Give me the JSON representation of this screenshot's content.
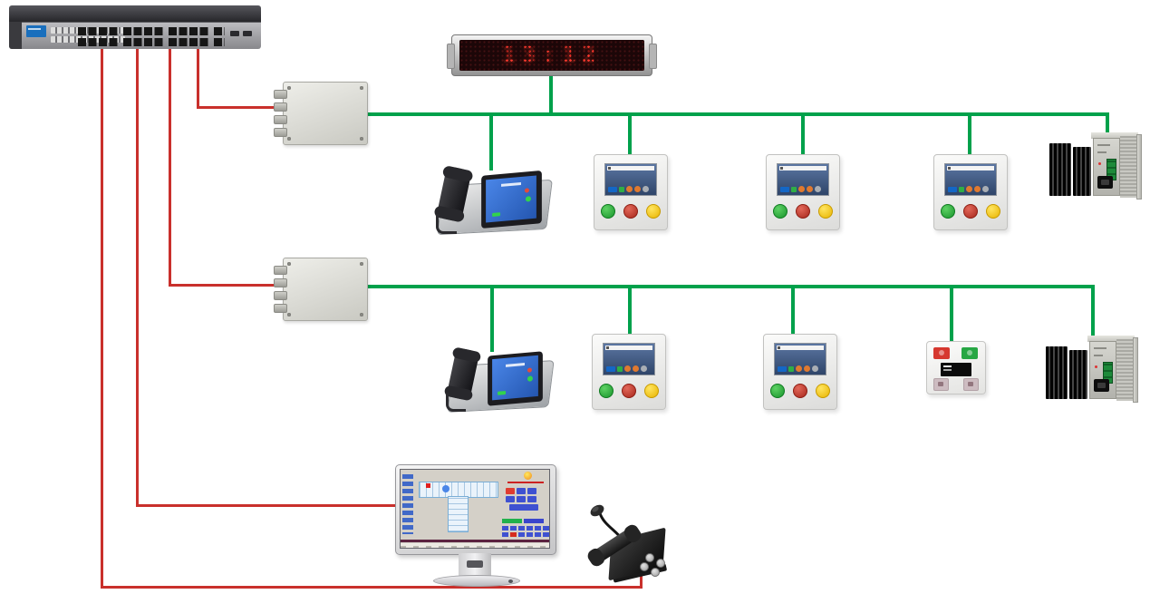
{
  "clock_display": {
    "time": "13:12"
  },
  "colors": {
    "ethernet_cable": "#c9302c",
    "system_bus": "#00a14b",
    "switch_chassis": "#55555a",
    "enclosure_gray": "#dcdcd8",
    "panel_display_blue": "#3d5680",
    "led_red": "#ff3a2e"
  },
  "devices": {
    "network_switch": {
      "type": "24-port-ethernet-switch",
      "ports_connected": 4
    },
    "led_clock": {
      "type": "dot-matrix-led-clock",
      "display": "13:12"
    },
    "interface_module_1": {
      "type": "surface-mount-interface-box",
      "cable_glands": 4
    },
    "interface_module_2": {
      "type": "surface-mount-interface-box",
      "cable_glands": 4
    },
    "intercom_phone_1": {
      "type": "touchscreen-desk-intercom"
    },
    "intercom_phone_2": {
      "type": "touchscreen-desk-intercom"
    },
    "wall_panel_1": {
      "type": "room-control-panel",
      "buttons": [
        "green",
        "red",
        "yellow"
      ]
    },
    "wall_panel_2": {
      "type": "room-control-panel",
      "buttons": [
        "green",
        "red",
        "yellow"
      ]
    },
    "wall_panel_3": {
      "type": "room-control-panel",
      "buttons": [
        "green",
        "red",
        "yellow"
      ]
    },
    "wall_panel_4": {
      "type": "room-control-panel",
      "buttons": [
        "green",
        "red",
        "yellow"
      ]
    },
    "wall_panel_5": {
      "type": "room-control-panel",
      "buttons": [
        "green",
        "red",
        "yellow"
      ]
    },
    "call_panel": {
      "type": "call-button-panel",
      "buttons": [
        "red",
        "green",
        "gray",
        "gray"
      ]
    },
    "amplifier_1": {
      "type": "power-amplifier-unit"
    },
    "amplifier_2": {
      "type": "power-amplifier-unit"
    },
    "workstation_monitor": {
      "type": "monitor-with-management-software"
    },
    "paging_station": {
      "type": "gooseneck-microphone-desk-station"
    }
  },
  "connections": [
    {
      "from": "network_switch",
      "to": "interface_module_1",
      "color": "red"
    },
    {
      "from": "network_switch",
      "to": "interface_module_2",
      "color": "red"
    },
    {
      "from": "network_switch",
      "to": "workstation_monitor",
      "color": "red"
    },
    {
      "from": "network_switch",
      "to": "paging_station",
      "color": "red"
    },
    {
      "from": "interface_module_1",
      "to": "led_clock",
      "color": "green"
    },
    {
      "from": "interface_module_1",
      "to": "intercom_phone_1",
      "color": "green"
    },
    {
      "from": "interface_module_1",
      "to": "wall_panel_1",
      "color": "green"
    },
    {
      "from": "interface_module_1",
      "to": "wall_panel_2",
      "color": "green"
    },
    {
      "from": "interface_module_1",
      "to": "wall_panel_3",
      "color": "green"
    },
    {
      "from": "interface_module_1",
      "to": "amplifier_1",
      "color": "green"
    },
    {
      "from": "interface_module_2",
      "to": "intercom_phone_2",
      "color": "green"
    },
    {
      "from": "interface_module_2",
      "to": "wall_panel_4",
      "color": "green"
    },
    {
      "from": "interface_module_2",
      "to": "wall_panel_5",
      "color": "green"
    },
    {
      "from": "interface_module_2",
      "to": "call_panel",
      "color": "green"
    },
    {
      "from": "interface_module_2",
      "to": "amplifier_2",
      "color": "green"
    }
  ]
}
